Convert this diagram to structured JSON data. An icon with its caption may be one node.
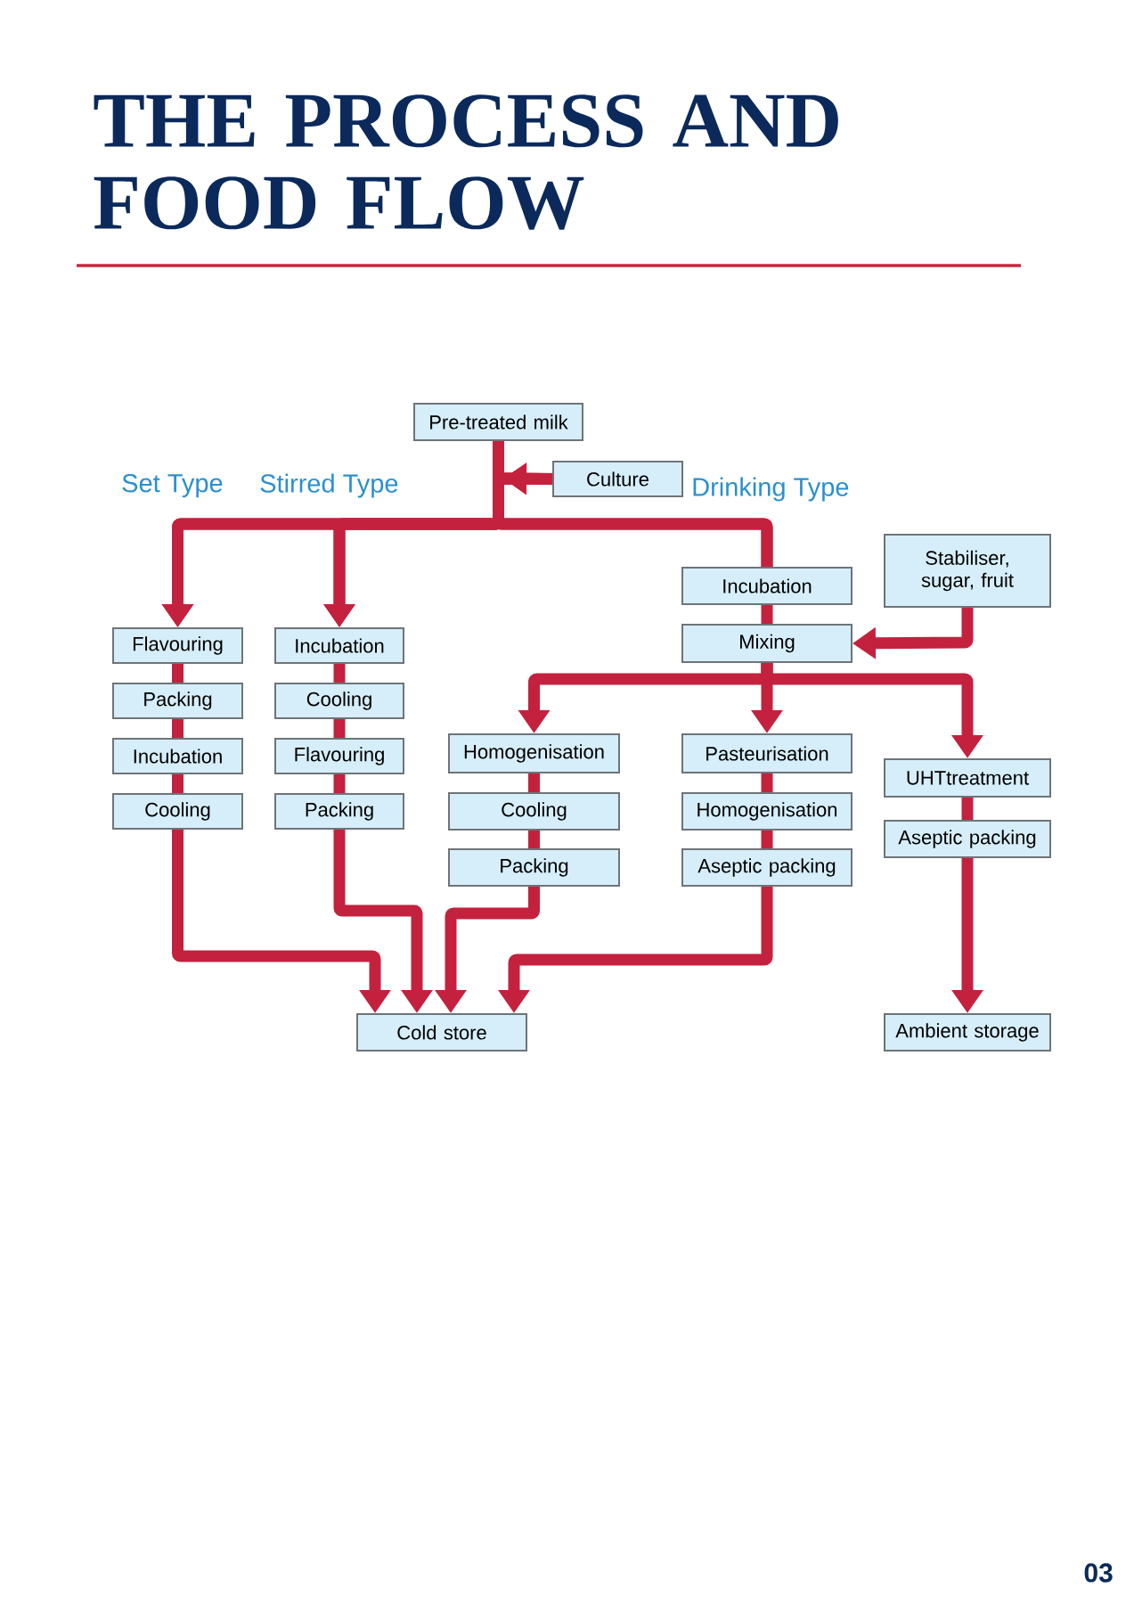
{
  "diagram": {
    "title": "THE PROCESS AND FOOD FLOW",
    "nodes": [
      {
        "text": [
          "Pre-treated milk"
        ]
      },
      {
        "text": [
          "Culture"
        ]
      },
      {
        "text": [
          "Flavouring"
        ]
      },
      {
        "text": [
          "Packing"
        ]
      },
      {
        "text": [
          "Incubation"
        ]
      },
      {
        "text": [
          "Cooling"
        ]
      },
      {
        "text": [
          "Incubation"
        ]
      },
      {
        "text": [
          "Cooling"
        ]
      },
      {
        "text": [
          "Flavouring"
        ]
      },
      {
        "text": [
          "Packing"
        ]
      },
      {
        "text": [
          "Incubation"
        ]
      },
      {
        "text": [
          "Stabiliser, sugar, fruit"
        ]
      },
      {
        "text": [
          "Mixing"
        ]
      },
      {
        "text": [
          "Homogenisation"
        ]
      },
      {
        "text": [
          "Cooling"
        ]
      },
      {
        "text": [
          "Packing"
        ]
      },
      {
        "text": [
          "Pasteurisation"
        ]
      },
      {
        "text": [
          "Homogenisation"
        ]
      },
      {
        "text": [
          "Aseptic packing"
        ]
      },
      {
        "text": [
          "UHTtreatment"
        ]
      },
      {
        "text": [
          "Aseptic packing"
        ]
      },
      {
        "text": [
          "Cold store"
        ]
      },
      {
        "text": [
          "Ambient storage"
        ]
      }
    ],
    "edges": [
      {
        "from": 0,
        "to": 2,
        "arrow": "to"
      },
      {
        "from": 0,
        "to": 6,
        "arrow": "to"
      },
      {
        "from": 0,
        "to": 10,
        "arrow": "none"
      },
      {
        "from": 1,
        "to": 2,
        "arrow": "to"
      },
      {
        "from": 1,
        "to": 6,
        "arrow": "to"
      },
      {
        "from": 1,
        "to": 10,
        "arrow": "none"
      },
      {
        "from": 2,
        "to": 3,
        "arrow": "none"
      },
      {
        "from": 3,
        "to": 4,
        "arrow": "none"
      },
      {
        "from": 4,
        "to": 5,
        "arrow": "none"
      },
      {
        "from": 6,
        "to": 7,
        "arrow": "none"
      },
      {
        "from": 7,
        "to": 8,
        "arrow": "none"
      },
      {
        "from": 8,
        "to": 9,
        "arrow": "none"
      },
      {
        "from": 10,
        "to": 12,
        "arrow": "none"
      },
      {
        "from": 11,
        "to": 12,
        "arrow": "to"
      },
      {
        "from": 12,
        "to": 13,
        "arrow": "to"
      },
      {
        "from": 12,
        "to": 16,
        "arrow": "to"
      },
      {
        "from": 12,
        "to": 19,
        "arrow": "to"
      },
      {
        "from": 13,
        "to": 14,
        "arrow": "none"
      },
      {
        "from": 14,
        "to": 15,
        "arrow": "none"
      },
      {
        "from": 16,
        "to": 17,
        "arrow": "none"
      },
      {
        "from": 17,
        "to": 18,
        "arrow": "none"
      },
      {
        "from": 19,
        "to": 20,
        "arrow": "none"
      },
      {
        "from": 5,
        "to": 21,
        "arrow": "to"
      },
      {
        "from": 9,
        "to": 21,
        "arrow": "to"
      },
      {
        "from": 15,
        "to": 21,
        "arrow": "to"
      },
      {
        "from": 18,
        "to": 21,
        "arrow": "to"
      },
      {
        "from": 20,
        "to": 22,
        "arrow": "to"
      }
    ],
    "labels": [
      "Set Type",
      "Stirred Type",
      "Drinking Type",
      "03"
    ]
  }
}
